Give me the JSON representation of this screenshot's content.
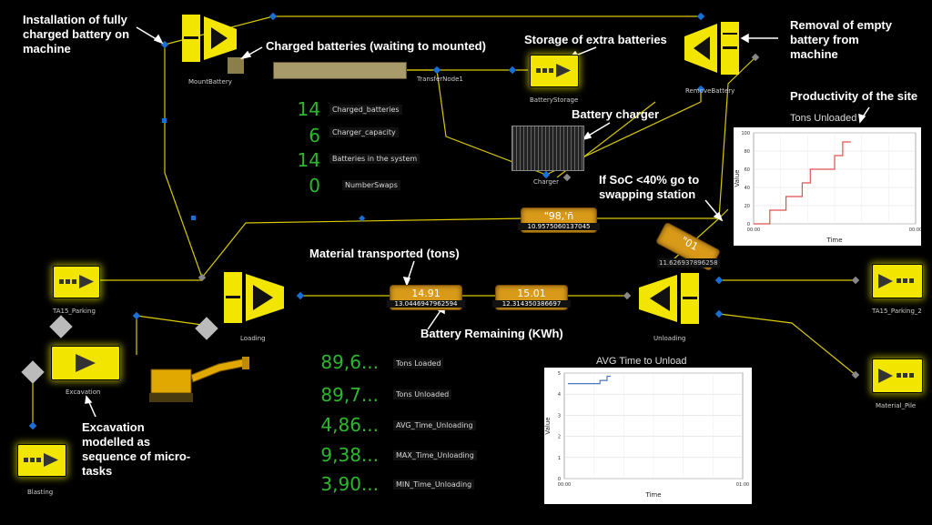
{
  "annotations": {
    "install": [
      "Installation of fully",
      "charged battery on",
      "machine"
    ],
    "charged_waiting": "Charged batteries (waiting to mounted)",
    "storage": "Storage of extra batteries",
    "removal": [
      "Removal of empty",
      "battery from",
      "machine"
    ],
    "productivity": "Productivity of the site",
    "charger": "Battery charger",
    "soc": [
      "If SoC <40% go to",
      "swapping station"
    ],
    "material": "Material transported (tons)",
    "battery_remaining": "Battery Remaining (KWh)",
    "excavation": [
      "Excavation",
      "modelled as",
      "sequence of micro-",
      "tasks"
    ]
  },
  "nodes": {
    "mount_battery": "MountBattery",
    "transfer_node": "TransferNode1",
    "battery_storage": "BatteryStorage",
    "remove_battery": "RemoveBattery",
    "charger": "Charger",
    "ta15_parking": "TA15_Parking",
    "loading": "Loading",
    "excavation": "Excavation",
    "blasting": "Blasting",
    "unloading": "Unloading",
    "ta15_parking_2": "TA15_Parking_2",
    "material_pile": "Material_Pile"
  },
  "counters_top": [
    {
      "value": "14",
      "label": "Charged_batteries"
    },
    {
      "value": "6",
      "label": "Charger_capacity"
    },
    {
      "value": "14",
      "label": "Batteries  in  the  system"
    },
    {
      "value": "0",
      "label": "NumberSwaps"
    }
  ],
  "counters_bottom": [
    {
      "value": "89,6...",
      "label": "Tons  Loaded"
    },
    {
      "value": "89,7...",
      "label": "Tons  Unloaded"
    },
    {
      "value": "4,86...",
      "label": "AVG_Time_Unloading"
    },
    {
      "value": "9,38...",
      "label": "MAX_Time_Unloading"
    },
    {
      "value": "3,90...",
      "label": "MIN_Time_Unloading"
    }
  ],
  "trucks": [
    {
      "value": "14.91",
      "battery": "13.0446947962594"
    },
    {
      "value": "15.01",
      "battery": "12.314350386697"
    },
    {
      "value": "\"98,'ñ",
      "battery": "10.9575060137045"
    },
    {
      "value": "\"01",
      "battery": "11.626937896258"
    }
  ],
  "chart_data": [
    {
      "type": "line",
      "title": "Tons Unloaded",
      "xlabel": "Time",
      "ylabel": "Value",
      "x_ticks": [
        "00:00",
        "00:00"
      ],
      "y_ticks": [
        0,
        20,
        40,
        60,
        80,
        100
      ],
      "ylim": [
        0,
        100
      ],
      "grid": true,
      "series": [
        {
          "points": [
            [
              0,
              0
            ],
            [
              0.1,
              0
            ],
            [
              0.1,
              15
            ],
            [
              0.2,
              15
            ],
            [
              0.2,
              30
            ],
            [
              0.3,
              30
            ],
            [
              0.3,
              45
            ],
            [
              0.35,
              45
            ],
            [
              0.35,
              60
            ],
            [
              0.5,
              60
            ],
            [
              0.5,
              75
            ],
            [
              0.55,
              75
            ],
            [
              0.55,
              90
            ],
            [
              0.6,
              90
            ]
          ]
        }
      ]
    },
    {
      "type": "line",
      "title": "AVG Time to Unload",
      "xlabel": "Time",
      "ylabel": "Value",
      "x_ticks": [
        "00:00",
        "01:00"
      ],
      "y_ticks": [
        0,
        1,
        2,
        3,
        4,
        5
      ],
      "ylim": [
        0,
        5
      ],
      "grid": true,
      "series": [
        {
          "points": [
            [
              0.02,
              4.5
            ],
            [
              0.2,
              4.5
            ],
            [
              0.2,
              4.65
            ],
            [
              0.24,
              4.65
            ],
            [
              0.24,
              4.85
            ],
            [
              0.26,
              4.85
            ]
          ]
        }
      ]
    }
  ],
  "colors": {
    "accent": "#f2e600",
    "kpi": "#2db82d",
    "route": "#f2e600",
    "node": "#1a6fd6"
  }
}
